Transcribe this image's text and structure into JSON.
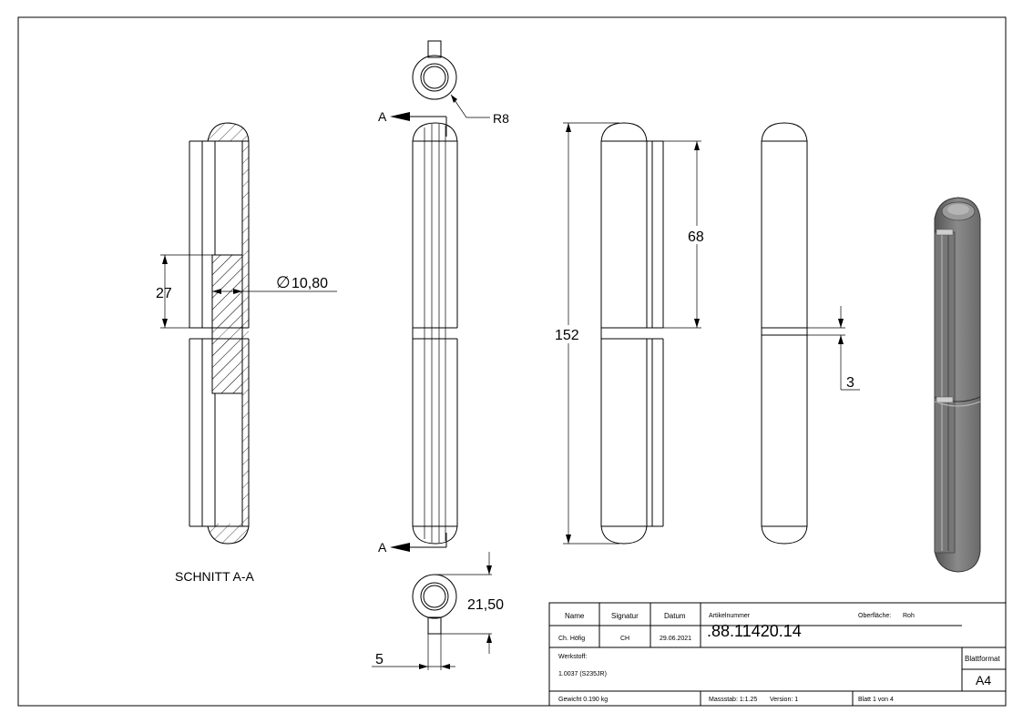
{
  "drawing": {
    "section_label": "SCHNITT A-A",
    "section_marker_top": "A",
    "section_marker_bottom": "A",
    "dim_27": "27",
    "dim_diameter": "10,80",
    "dim_r8": "R8",
    "dim_152": "152",
    "dim_68": "68",
    "dim_3": "3",
    "dim_21_50": "21,50",
    "dim_5": "5"
  },
  "title_block": {
    "name_header": "Name",
    "signature_header": "Signatur",
    "date_header": "Datum",
    "name_value": "Ch. Höfig",
    "signature_value": "CH",
    "date_value": "29.06.2021",
    "article_label": "Artikelnummer",
    "article_number": ".88.11420.14",
    "surface_label": "Oberfläche:",
    "surface_value": "Roh",
    "material_label": "Werkstoff:",
    "material_value": "1.0037 (S235JR)",
    "sheet_format_label": "Blattformat",
    "sheet_format_value": "A4",
    "weight": "Gewicht 0.190 kg",
    "scale": "Massstab: 1:1.25",
    "version": "Version: 1",
    "sheet": "Blatt 1 von 4"
  }
}
